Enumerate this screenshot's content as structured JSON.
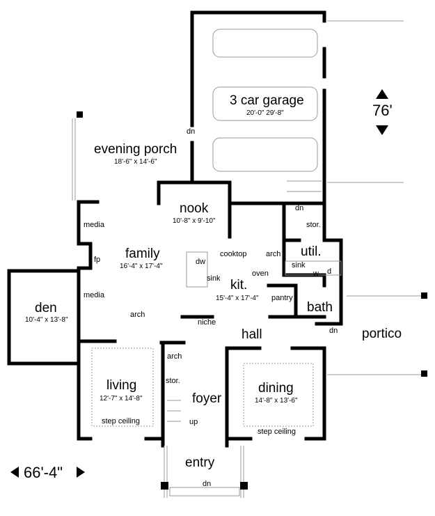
{
  "dimensions": {
    "depth": "76'",
    "width": "66'-4\""
  },
  "rooms": {
    "garage": {
      "name": "3 car garage",
      "size": "20'-0\" 29'-8\""
    },
    "evening_porch": {
      "name": "evening porch",
      "size": "18'-6\" x 14'-6\""
    },
    "nook": {
      "name": "nook",
      "size": "10'-8\" x 9'-10\""
    },
    "family": {
      "name": "family",
      "size": "16'-4\" x 17'-4\""
    },
    "kitchen": {
      "name": "kit.",
      "size": "15'-4\" x 17'-4\""
    },
    "den": {
      "name": "den",
      "size": "10'-4\" x 13'-8\""
    },
    "living": {
      "name": "living",
      "size": "12'-7\" x 14'-8\""
    },
    "dining": {
      "name": "dining",
      "size": "14'-8\" x 13'-6\""
    },
    "foyer": {
      "name": "foyer"
    },
    "entry": {
      "name": "entry"
    },
    "hall": {
      "name": "hall"
    },
    "util": {
      "name": "util."
    },
    "bath": {
      "name": "bath"
    },
    "portico": {
      "name": "portico"
    }
  },
  "labels": {
    "dn_porch": "dn",
    "dn_util": "dn",
    "dn_portico": "dn",
    "dn_entry": "dn",
    "stor_util": "stor.",
    "stor_foyer": "stor.",
    "media_top": "media",
    "media_bottom": "media",
    "fp": "fp",
    "cooktop": "cooktop",
    "dw": "dw",
    "sink_kit": "sink",
    "sink_util": "sink",
    "arch_kit": "arch",
    "arch_family": "arch",
    "arch_hall": "arch",
    "oven": "oven",
    "pantry": "pantry",
    "w": "w",
    "d": "d",
    "niche": "niche",
    "up": "up",
    "step_ceiling_living": "step ceiling",
    "step_ceiling_dining": "step ceiling"
  }
}
